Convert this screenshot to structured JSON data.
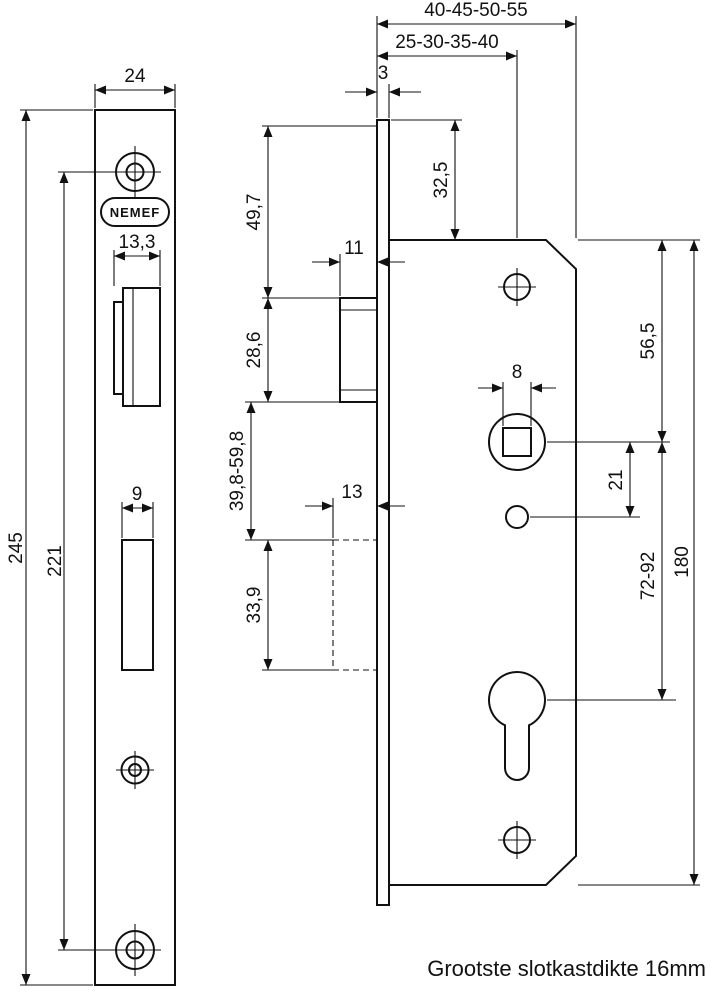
{
  "brand": "NEMEF",
  "note": "Grootste slotkastdikte 16mm",
  "colors": {
    "ink": "#111111",
    "background": "#ffffff"
  },
  "dims": {
    "plate_width": "24",
    "plate_height": "245",
    "screw_spacing": "221",
    "latch_cutout_width": "13,3",
    "bolt_cutout_width": "9",
    "case_depth_range": "40-45-50-55",
    "backset_range": "25-30-35-40",
    "forend_thickness": "3",
    "top_to_case": "32,5",
    "top_to_latch": "49,7",
    "latch_width": "11",
    "latch_height": "28,6",
    "latch_to_bolt_range": "39,8-59,8",
    "bolt_width": "13",
    "bolt_height": "33,9",
    "spindle_square": "8",
    "case_to_spindle": "56,5",
    "spindle_to_hole": "21",
    "pc_distance_range": "72-92",
    "case_height": "180"
  }
}
